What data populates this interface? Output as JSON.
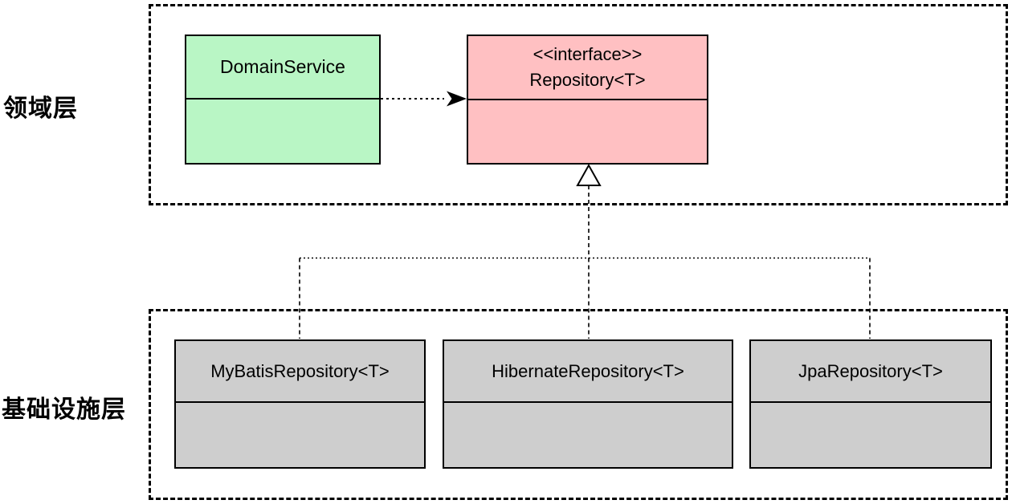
{
  "diagram": {
    "layers": {
      "domain": {
        "label": "领域层"
      },
      "infrastructure": {
        "label": "基础设施层"
      }
    },
    "nodes": {
      "domain_service": {
        "title": "DomainService"
      },
      "repository": {
        "stereotype": "<<interface>>",
        "title": "Repository<T>"
      },
      "mybatis": {
        "title": "MyBatisRepository<T>"
      },
      "hibernate": {
        "title": "HibernateRepository<T>"
      },
      "jpa": {
        "title": "JpaRepository<T>"
      }
    },
    "colors": {
      "service_fill": "#b9f6c5",
      "interface_fill": "#ffc0c2",
      "implementation_fill": "#cecece",
      "stroke": "#000000",
      "background": "#ffffff"
    },
    "relationships": [
      {
        "type": "dependency",
        "style": "dotted-filled-arrow",
        "from": "DomainService",
        "to": "Repository<T>"
      },
      {
        "type": "realization",
        "style": "dashed-hollow-triangle",
        "from": "MyBatisRepository<T>",
        "to": "Repository<T>"
      },
      {
        "type": "realization",
        "style": "dashed-hollow-triangle",
        "from": "HibernateRepository<T>",
        "to": "Repository<T>"
      },
      {
        "type": "realization",
        "style": "dashed-hollow-triangle",
        "from": "JpaRepository<T>",
        "to": "Repository<T>"
      }
    ]
  }
}
